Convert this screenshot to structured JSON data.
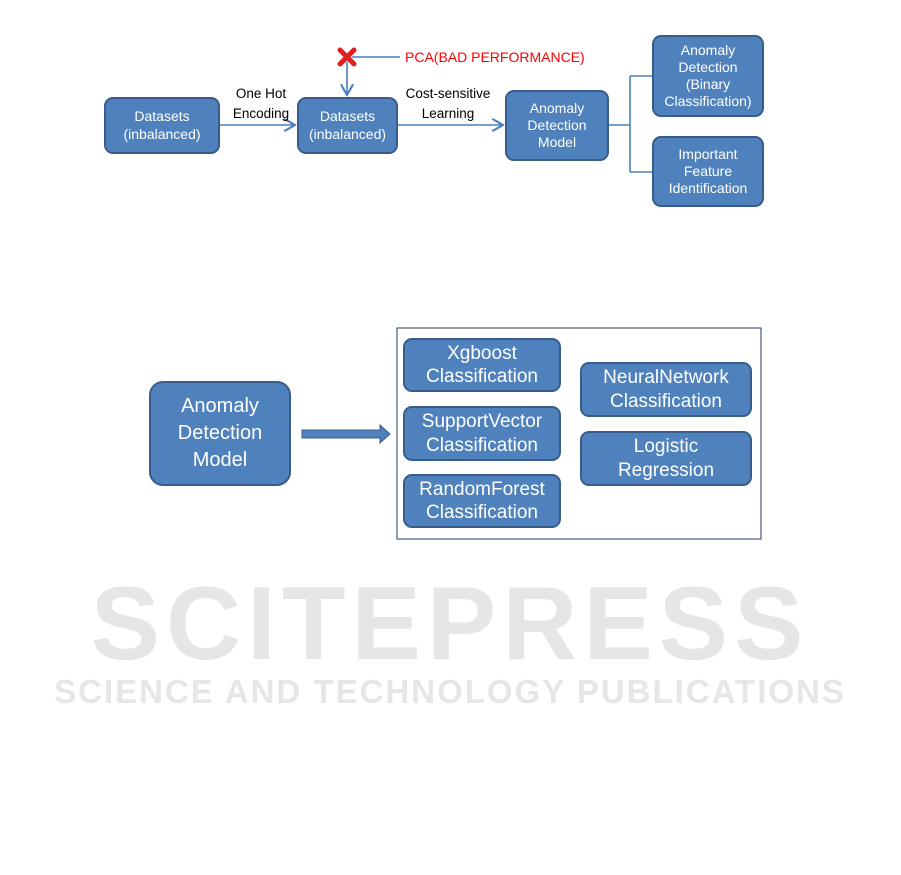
{
  "top_flow": {
    "dataset_raw": [
      "Datasets",
      "(inbalanced)"
    ],
    "step1_label": [
      "One Hot",
      "Encoding"
    ],
    "dataset_encoded": [
      "Datasets",
      "(inbalanced)"
    ],
    "rejected_step": "PCA(BAD PERFORMANCE)",
    "step2_label": [
      "Cost-sensitive",
      "Learning"
    ],
    "model": [
      "Anomaly",
      "Detection",
      "Model"
    ],
    "outputs": [
      [
        "Anomaly",
        "Detection",
        "(Binary",
        "Classification)"
      ],
      [
        "Important",
        "Feature",
        "Identification"
      ]
    ]
  },
  "bottom_flow": {
    "model": [
      "Anomaly",
      "Detection",
      "Model"
    ],
    "classifiers": [
      [
        "Xgboost",
        "Classification"
      ],
      [
        "SupportVector",
        "Classification"
      ],
      [
        "RandomForest",
        "Classification"
      ],
      [
        "NeuralNetwork",
        "Classification"
      ],
      [
        "Logistic",
        "Regression"
      ]
    ]
  },
  "watermark": {
    "title": "SCITEPRESS",
    "subtitle": "SCIENCE AND TECHNOLOGY PUBLICATIONS"
  },
  "colors": {
    "box_fill": "#4f81bd",
    "box_border": "#385d8a",
    "warning": "#ff0000"
  }
}
